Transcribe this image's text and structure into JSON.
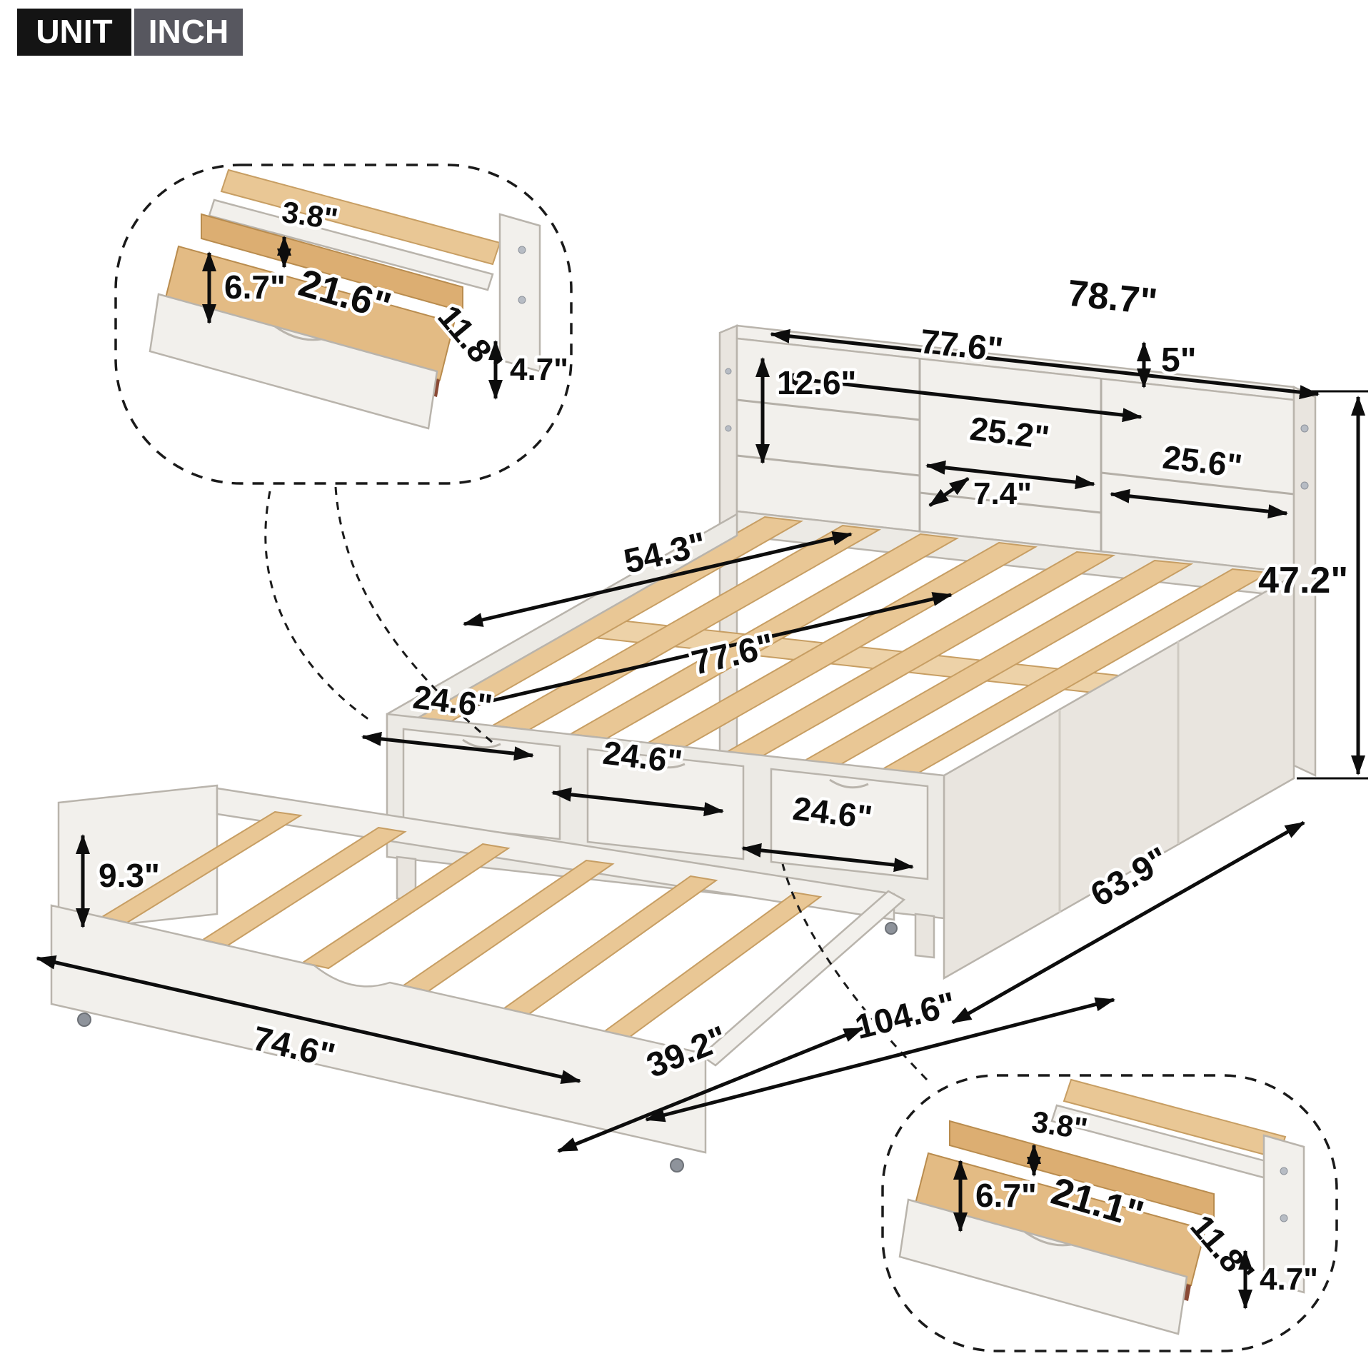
{
  "unit_badge": {
    "unit_label": "UNIT",
    "unit_value": "INCH"
  },
  "drawer_detail_top": {
    "thickness": "3.8\"",
    "inner_height": "6.7\"",
    "inner_width": "21.6\"",
    "inner_depth": "11.8\"",
    "front_height": "4.7\""
  },
  "headboard": {
    "overall_width": "78.7\"",
    "shelf_span": "77.6\"",
    "top_gap": "5\"",
    "cubby_height": "12.6\"",
    "middle_cubby_width": "25.2\"",
    "shelf_depth": "7.4\"",
    "side_cubby_width": "25.6\"",
    "overall_height": "47.2\""
  },
  "bed": {
    "slat_span": "54.3\"",
    "inner_length": "77.6\"",
    "drawer_widths": [
      "24.6\"",
      "24.6\"",
      "24.6\""
    ],
    "side_length": "63.9\"",
    "extended_length": "104.6\""
  },
  "trundle": {
    "height": "9.3\"",
    "length": "74.6\"",
    "width": "39.2\""
  },
  "drawer_detail_bottom": {
    "thickness": "3.8\"",
    "inner_height": "6.7\"",
    "inner_width": "21.1\"",
    "inner_depth": "11.8\"",
    "front_height": "4.7\""
  }
}
